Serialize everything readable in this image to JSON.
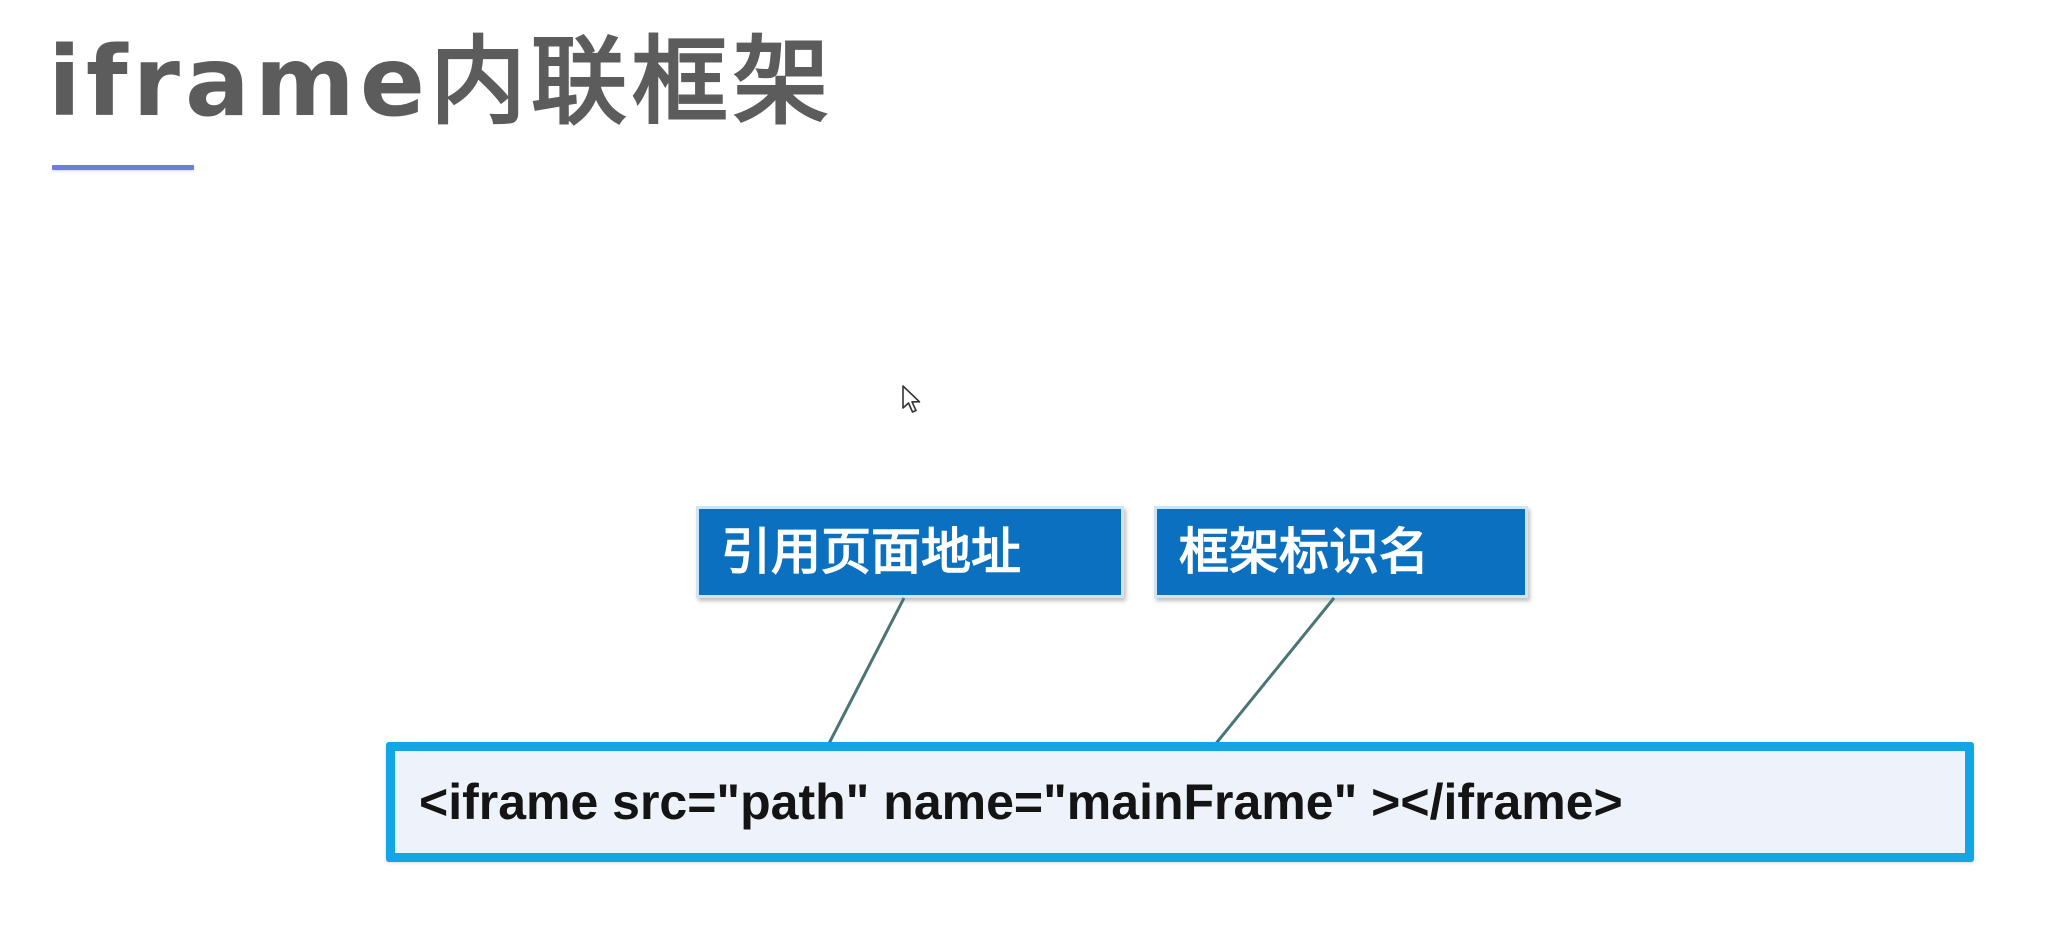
{
  "slide": {
    "title": "iframe内联框架",
    "labels": {
      "src": "引用页面地址",
      "name": "框架标识名"
    },
    "code": "<iframe src=\"path\" name=\"mainFrame\" ></iframe>"
  },
  "colors": {
    "title_text": "#5c5c5c",
    "title_underline": "#6f7fd6",
    "label_background": "#0a70bf",
    "label_text": "#ffffff",
    "code_border": "#12a6e6",
    "code_background": "#eef3fb",
    "arrow": "#4b7474"
  },
  "icons": {
    "cursor": "mouse-pointer-icon"
  }
}
